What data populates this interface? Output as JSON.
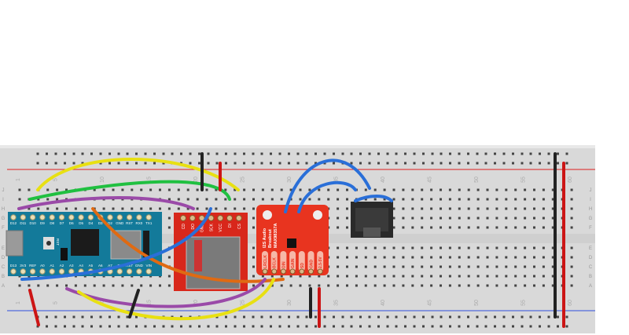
{
  "breadboard": {
    "column_numbers": [
      "1",
      "5",
      "10",
      "15",
      "20",
      "25",
      "30",
      "35",
      "40",
      "45",
      "50",
      "55",
      "60"
    ],
    "row_letters_top": [
      "J",
      "I",
      "H",
      "G",
      "F"
    ],
    "row_letters_bottom": [
      "E",
      "D",
      "C",
      "B",
      "A"
    ]
  },
  "arduino_nano": {
    "top_pins": [
      "D12",
      "D11",
      "D10",
      "D9",
      "D8",
      "D7",
      "D6",
      "D5",
      "D4",
      "D3",
      "D2",
      "GND",
      "RST",
      "RX0",
      "TX1"
    ],
    "bottom_pins": [
      "D13",
      "3V3",
      "REF",
      "A0",
      "A1",
      "A2",
      "A3",
      "A4",
      "A5",
      "A6",
      "A7",
      "5V",
      "RST",
      "GND",
      "VIN"
    ],
    "reset_label": "RST"
  },
  "sd_breakout": {
    "pins": [
      "CD",
      "DO",
      "GND",
      "SCK",
      "VCC",
      "DI",
      "CS"
    ]
  },
  "i2s_breakout": {
    "title_line1": "I2S Audio",
    "title_line2": "Breakout",
    "chip": "MAX98357A",
    "pins": [
      "LRCLK",
      "BCLK",
      "DIN",
      "GAIN",
      "SD",
      "GND",
      "2.5-5V"
    ]
  },
  "colors": {
    "nano": "#137a9a",
    "sd": "#d8271b",
    "i2s": "#e8341f",
    "rail_red": "#e02020",
    "rail_blue": "#3050e0"
  }
}
